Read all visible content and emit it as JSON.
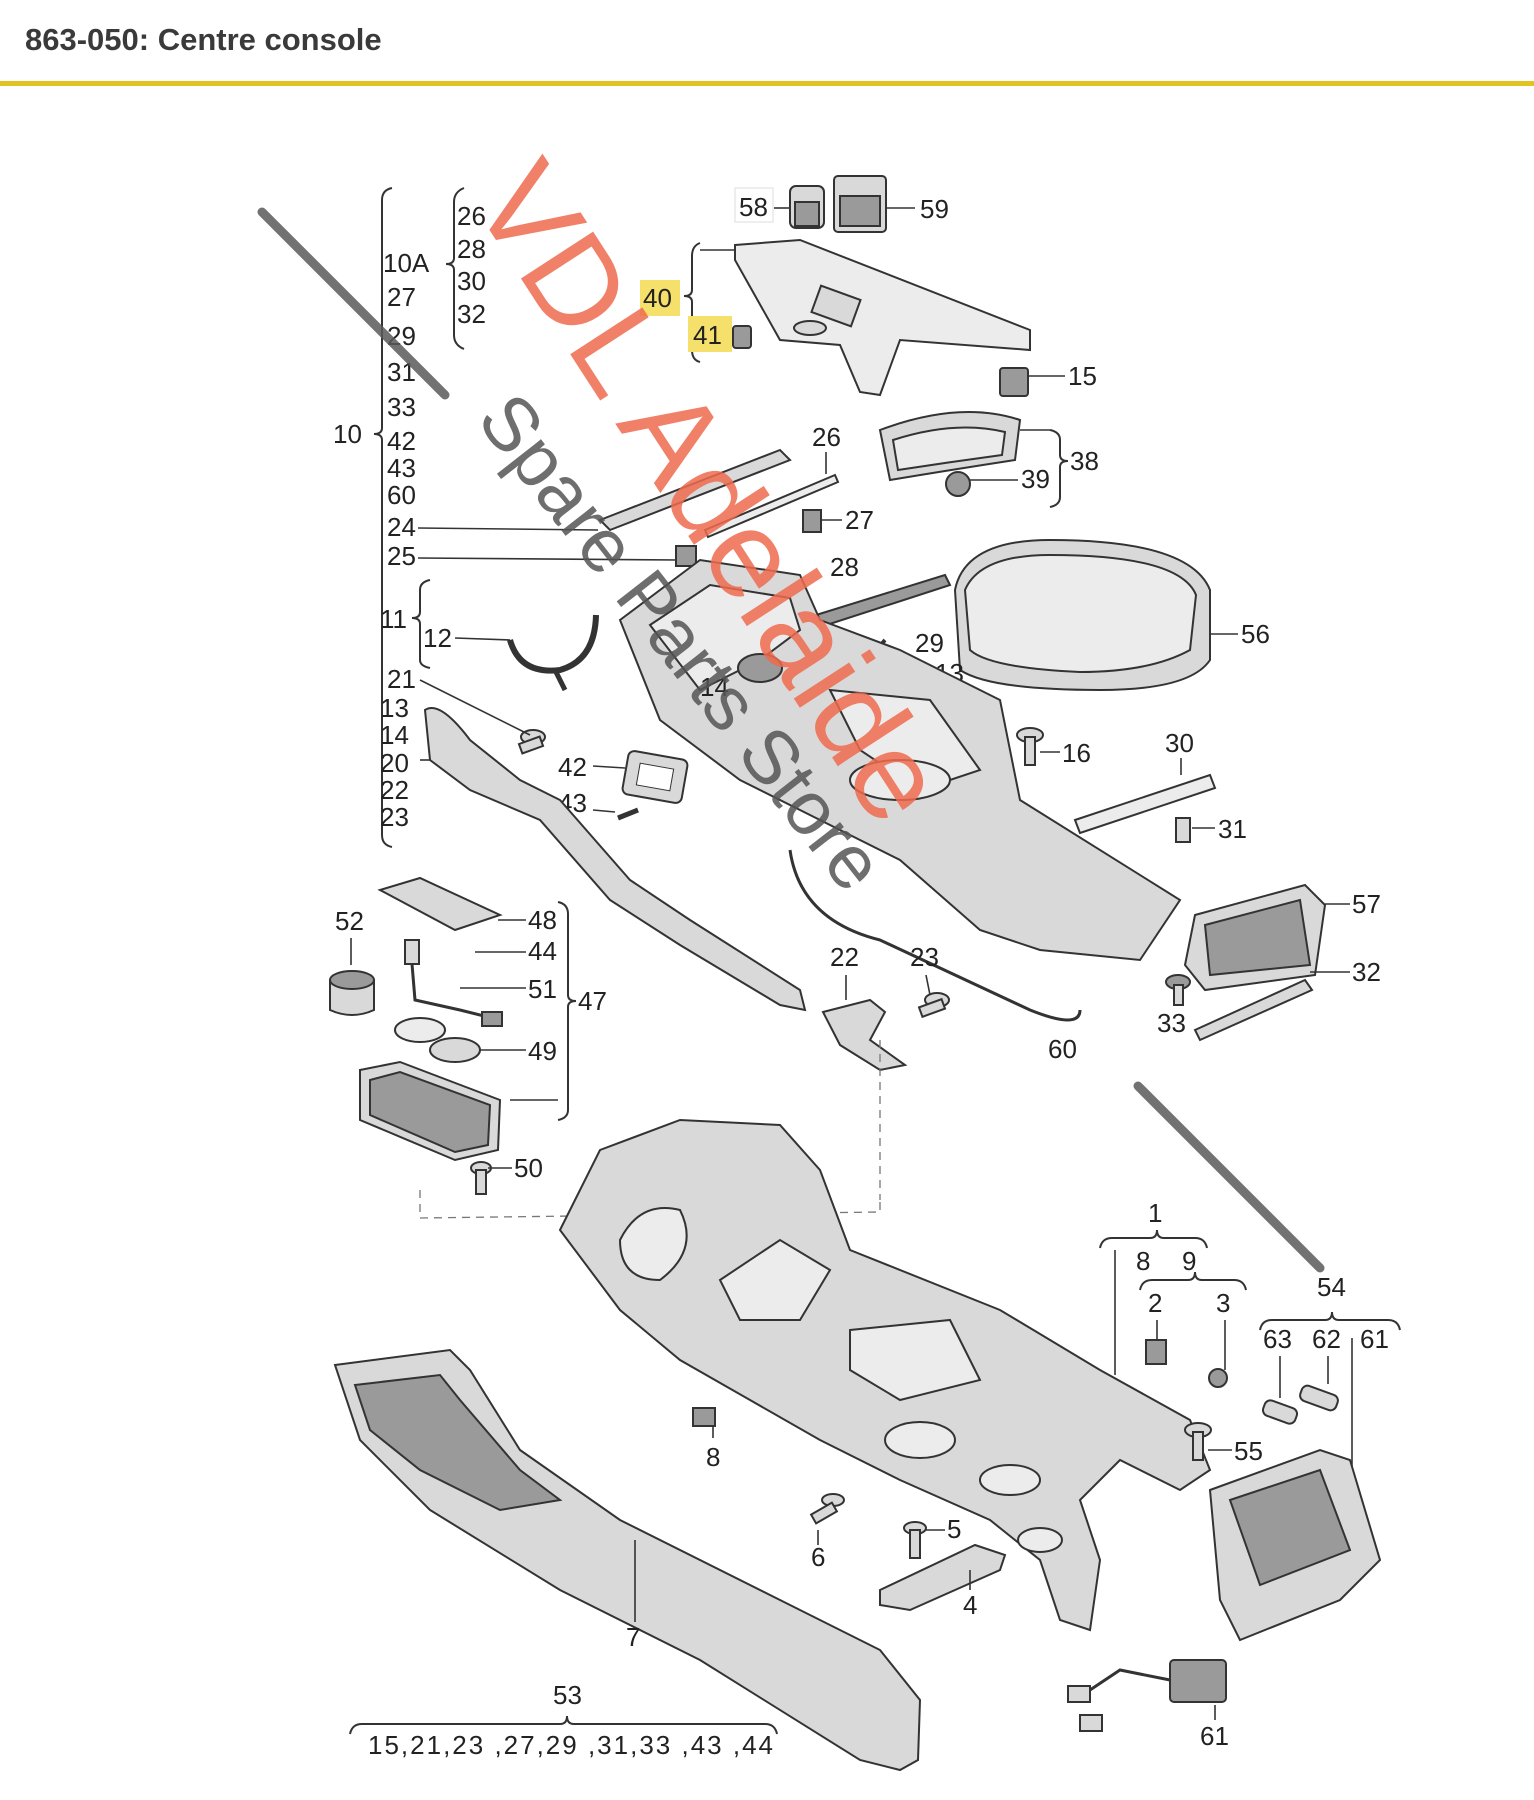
{
  "header": {
    "title": "863-050: Centre console",
    "accent_color": "#e2c324"
  },
  "diagram": {
    "group_labels": {
      "g10": "10",
      "g10a": "10A",
      "g11": "11",
      "g38": "38",
      "g47": "47",
      "g1": "1",
      "g54": "54",
      "g53": "53"
    },
    "bom_53": "15,21,23 ,27,29 ,31,33 ,43 ,44",
    "highlight_color": "#f5e06b",
    "watermark_color": "#ef6b4e"
  },
  "labels": {
    "l26a": "26",
    "l28a": "28",
    "l30a": "30",
    "l32a": "32",
    "l27a": "27",
    "l29a": "29",
    "l31a": "31",
    "l33a": "33",
    "l42a": "42",
    "l43a": "43",
    "l60a": "60",
    "l24": "24",
    "l25": "25",
    "l12": "12",
    "l21": "21",
    "l13a": "13",
    "l14a": "14",
    "l20": "20",
    "l22a": "22",
    "l23a": "23",
    "l58": "58",
    "l59": "59",
    "l40": "40",
    "l41": "41",
    "l15": "15",
    "l26b": "26",
    "l39": "39",
    "l27b": "27",
    "l28b": "28",
    "l29b": "29",
    "l13b": "13",
    "l14b": "14",
    "l56": "56",
    "l16": "16",
    "l42b": "42",
    "l43b": "43",
    "l30b": "30",
    "l31b": "31",
    "l57": "57",
    "l32b": "32",
    "l33b": "33",
    "l60b": "60",
    "l22b": "22",
    "l23b": "23",
    "l52": "52",
    "l48": "48",
    "l44": "44",
    "l51": "51",
    "l49": "49",
    "l50": "50",
    "l8a": "8",
    "l9": "9",
    "l2": "2",
    "l3": "3",
    "l63": "63",
    "l62": "62",
    "l61a": "61",
    "l8b": "8",
    "l55": "55",
    "l6": "6",
    "l5": "5",
    "l4": "4",
    "l7": "7",
    "l61b": "61"
  },
  "watermark": {
    "line1": "VDL Adelaide",
    "line2": "Spare Parts Store"
  }
}
